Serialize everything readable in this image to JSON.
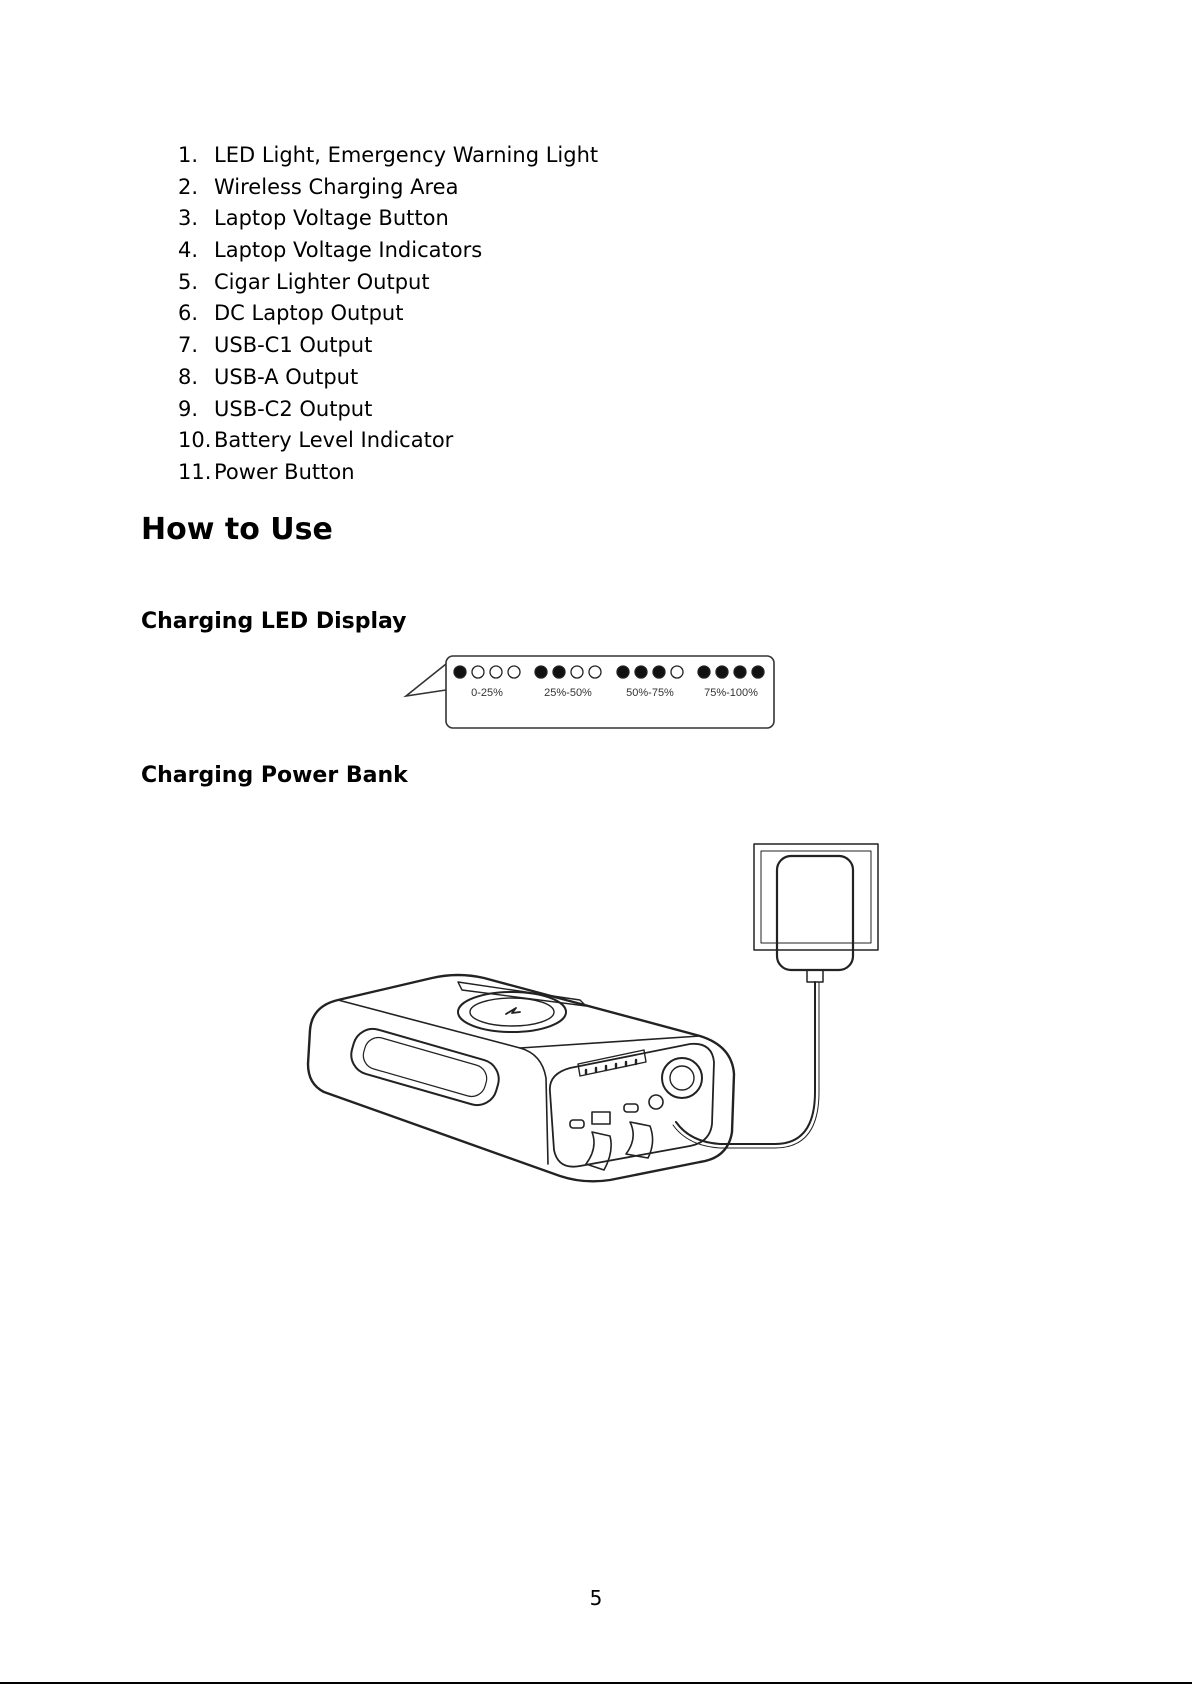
{
  "features": [
    {
      "num": "1.",
      "label": "LED Light, Emergency Warning Light"
    },
    {
      "num": "2.",
      "label": "Wireless Charging Area"
    },
    {
      "num": "3.",
      "label": "Laptop Voltage Button"
    },
    {
      "num": "4.",
      "label": "Laptop Voltage Indicators"
    },
    {
      "num": "5.",
      "label": "Cigar Lighter Output"
    },
    {
      "num": "6.",
      "label": "DC Laptop Output"
    },
    {
      "num": "7.",
      "label": "USB-C1 Output"
    },
    {
      "num": "8.",
      "label": "USB-A Output"
    },
    {
      "num": "9.",
      "label": "USB-C2 Output"
    },
    {
      "num": "10.",
      "label": "Battery Level Indicator"
    },
    {
      "num": "11.",
      "label": "Power Button"
    }
  ],
  "section_title": "How to Use",
  "led_display": {
    "heading": "Charging LED Display",
    "levels": [
      {
        "range": "0-25%",
        "filled": 1
      },
      {
        "range": "25%-50%",
        "filled": 2
      },
      {
        "range": "50%-75%",
        "filled": 3
      },
      {
        "range": "75%-100%",
        "filled": 4
      }
    ]
  },
  "power_bank": {
    "heading": "Charging Power Bank"
  },
  "page_number": "5"
}
